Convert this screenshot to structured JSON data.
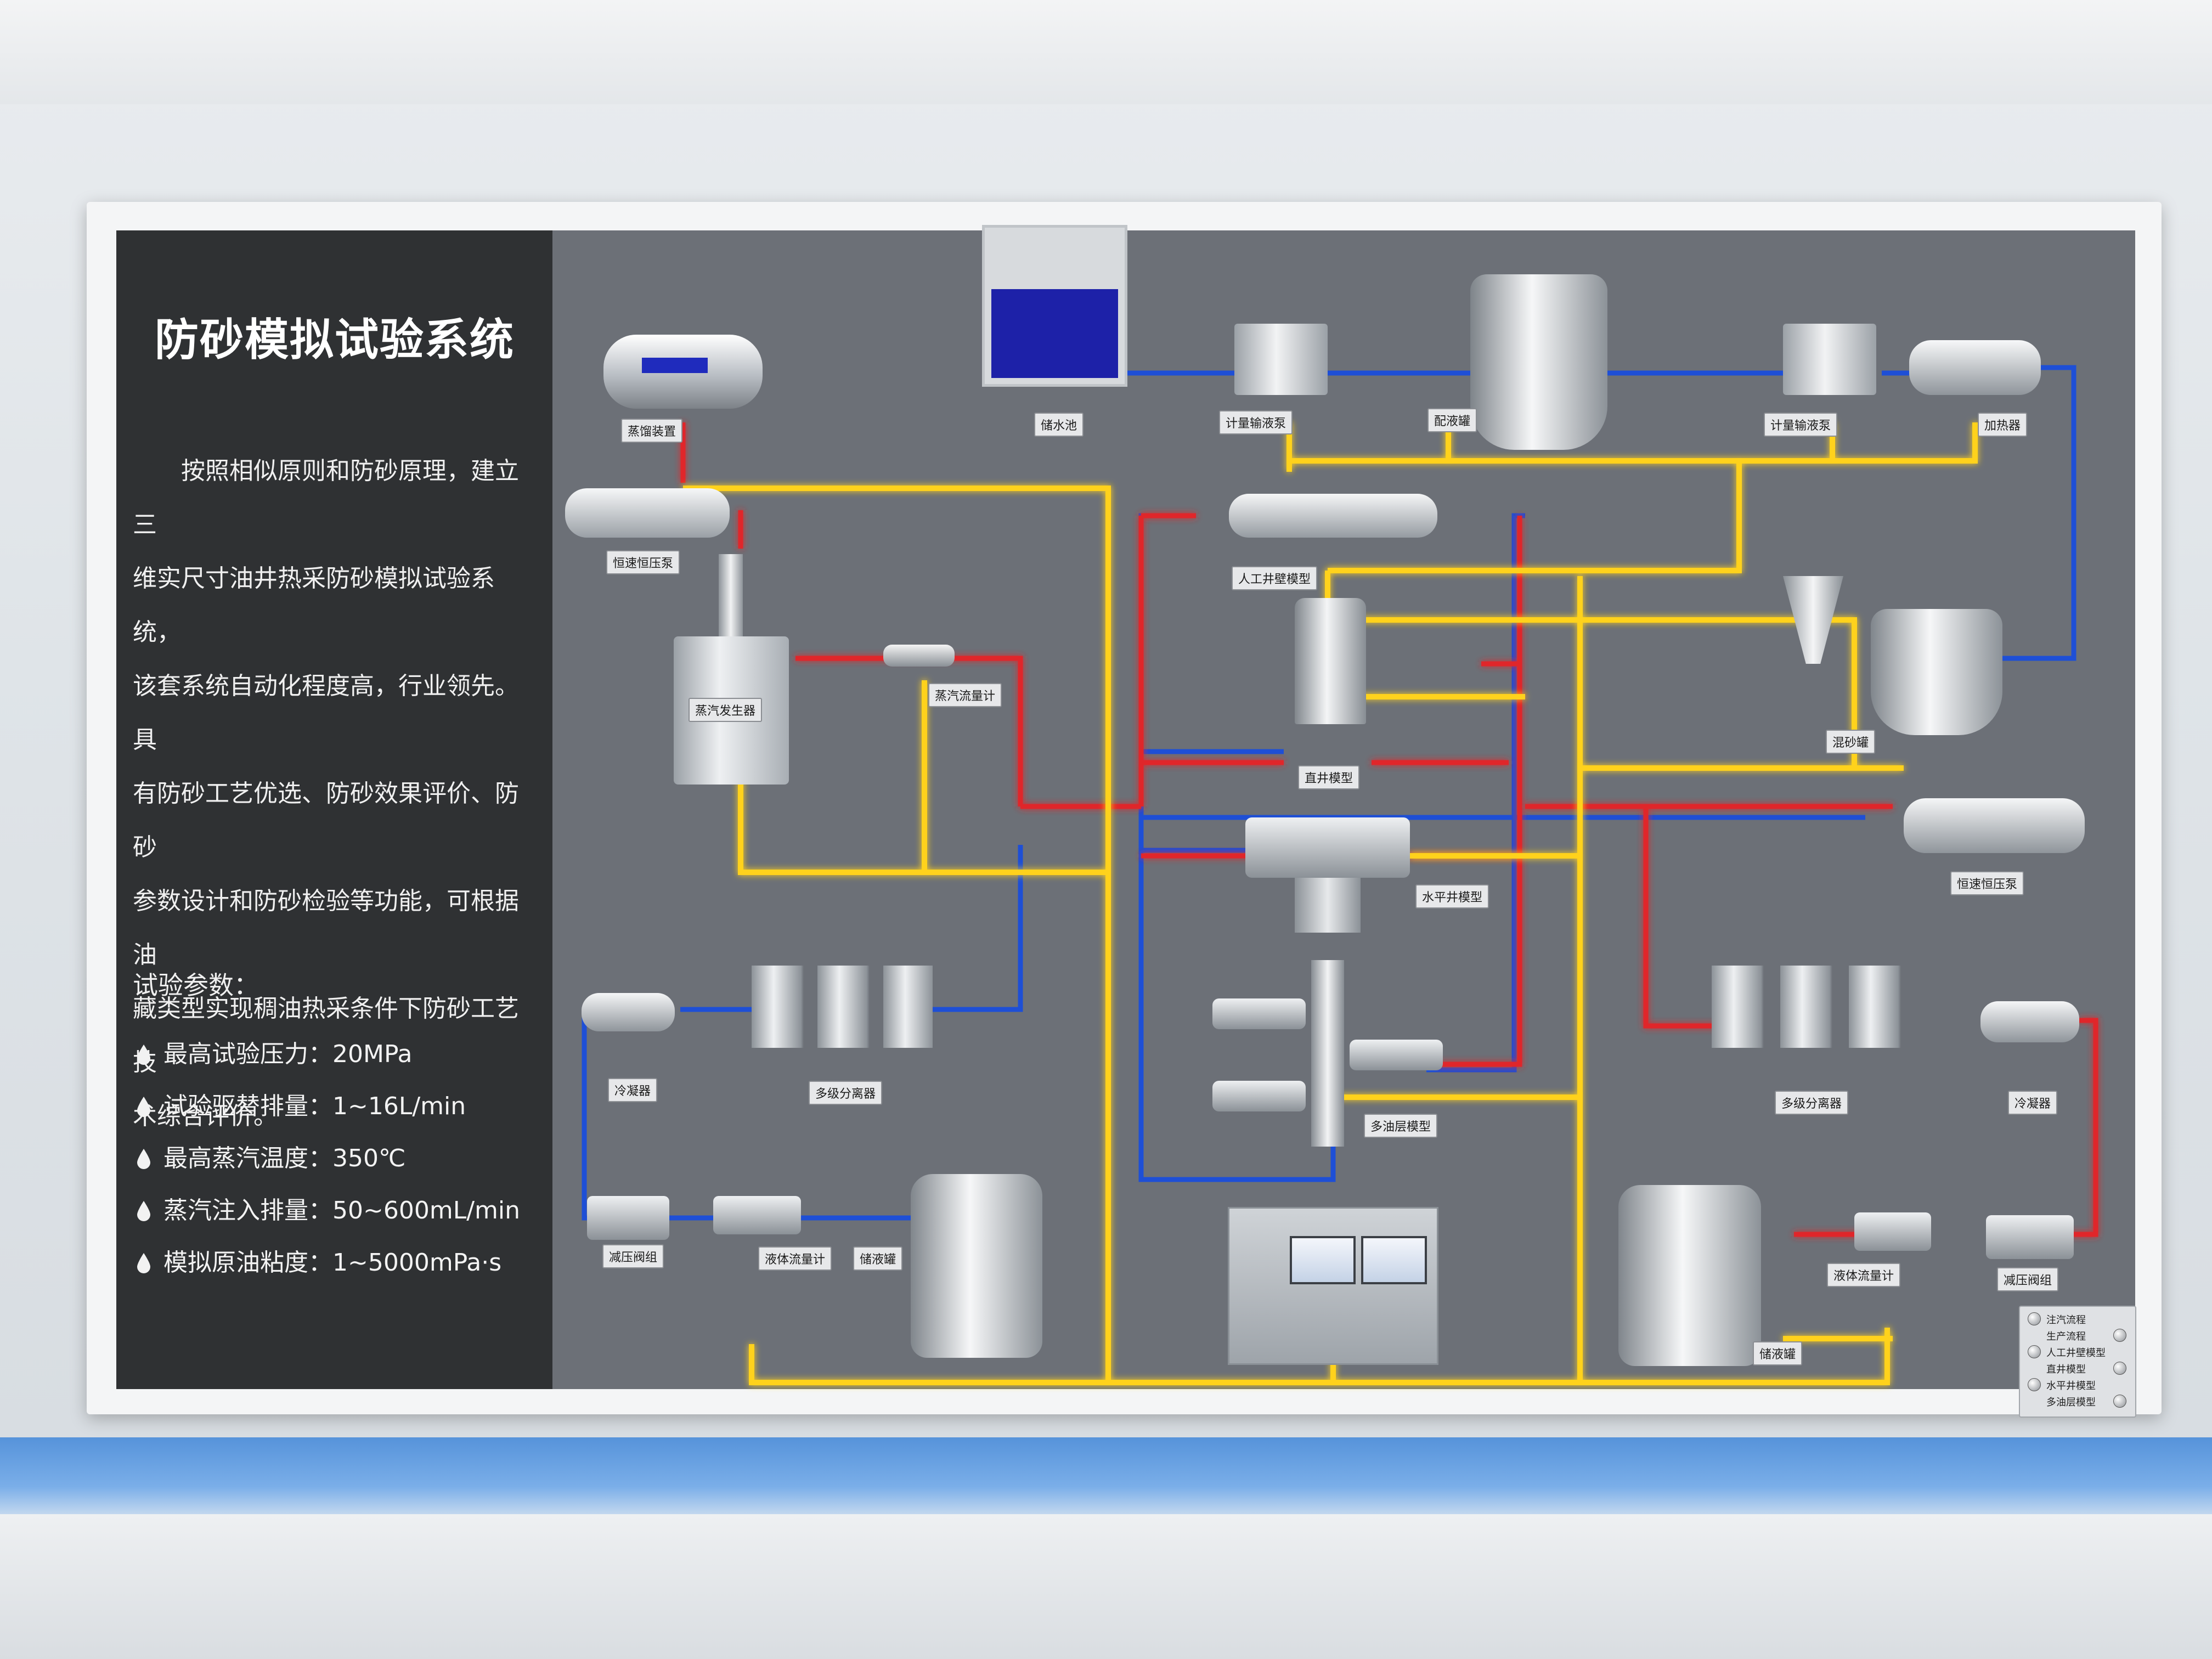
{
  "title": "防砂模拟试验系统",
  "description_lines": [
    "按照相似原则和防砂原理，建立三",
    "维实尺寸油井热采防砂模拟试验系统，",
    "该套系统自动化程度高，行业领先。具",
    "有防砂工艺优选、防砂效果评价、防砂",
    "参数设计和防砂检验等功能，可根据油",
    "藏类型实现稠油热采条件下防砂工艺技",
    "术综合评价。"
  ],
  "params_title": "试验参数：",
  "params": [
    {
      "label": "最高试验压力：20MPa"
    },
    {
      "label": "试验驱替排量：1~16L/min"
    },
    {
      "label": "最高蒸汽温度：350℃"
    },
    {
      "label": "蒸汽注入排量：50~600mL/min"
    },
    {
      "label": "模拟原油粘度：1~5000mPa·s"
    }
  ],
  "components": {
    "distill": "蒸馏装置",
    "pump_const_left": "恒速恒压泵",
    "steam_gen": "蒸汽发生器",
    "steam_flow": "蒸汽流量计",
    "water_tank": "储水池",
    "meter_pump_1": "计量输液泵",
    "mix_tank_liquid": "配液罐",
    "meter_pump_2": "计量输液泵",
    "heater": "加热器",
    "artificial_well": "人工井壁模型",
    "vertical_well": "直井模型",
    "horizontal_well": "水平井模型",
    "multi_layer": "多油层模型",
    "sand_mix": "混砂罐",
    "pump_const_right": "恒速恒压泵",
    "condenser_left": "冷凝器",
    "separator_left": "多级分离器",
    "reducer_left": "减压阀组",
    "flowmeter_left": "液体流量计",
    "tank_left": "储液罐",
    "separator_right": "多级分离器",
    "condenser_right": "冷凝器",
    "flowmeter_right": "液体流量计",
    "reducer_right": "减压阀组",
    "tank_right": "储液罐"
  },
  "legend": [
    "注汽流程",
    "生产流程",
    "人工井壁模型",
    "直井模型",
    "水平井模型",
    "多油层模型"
  ],
  "colors": {
    "steam_line": "#e0262b",
    "water_line": "#1e4fd6",
    "signal_line": "#ffd21c",
    "board": "#6c7077",
    "left_panel": "#2f3133"
  }
}
